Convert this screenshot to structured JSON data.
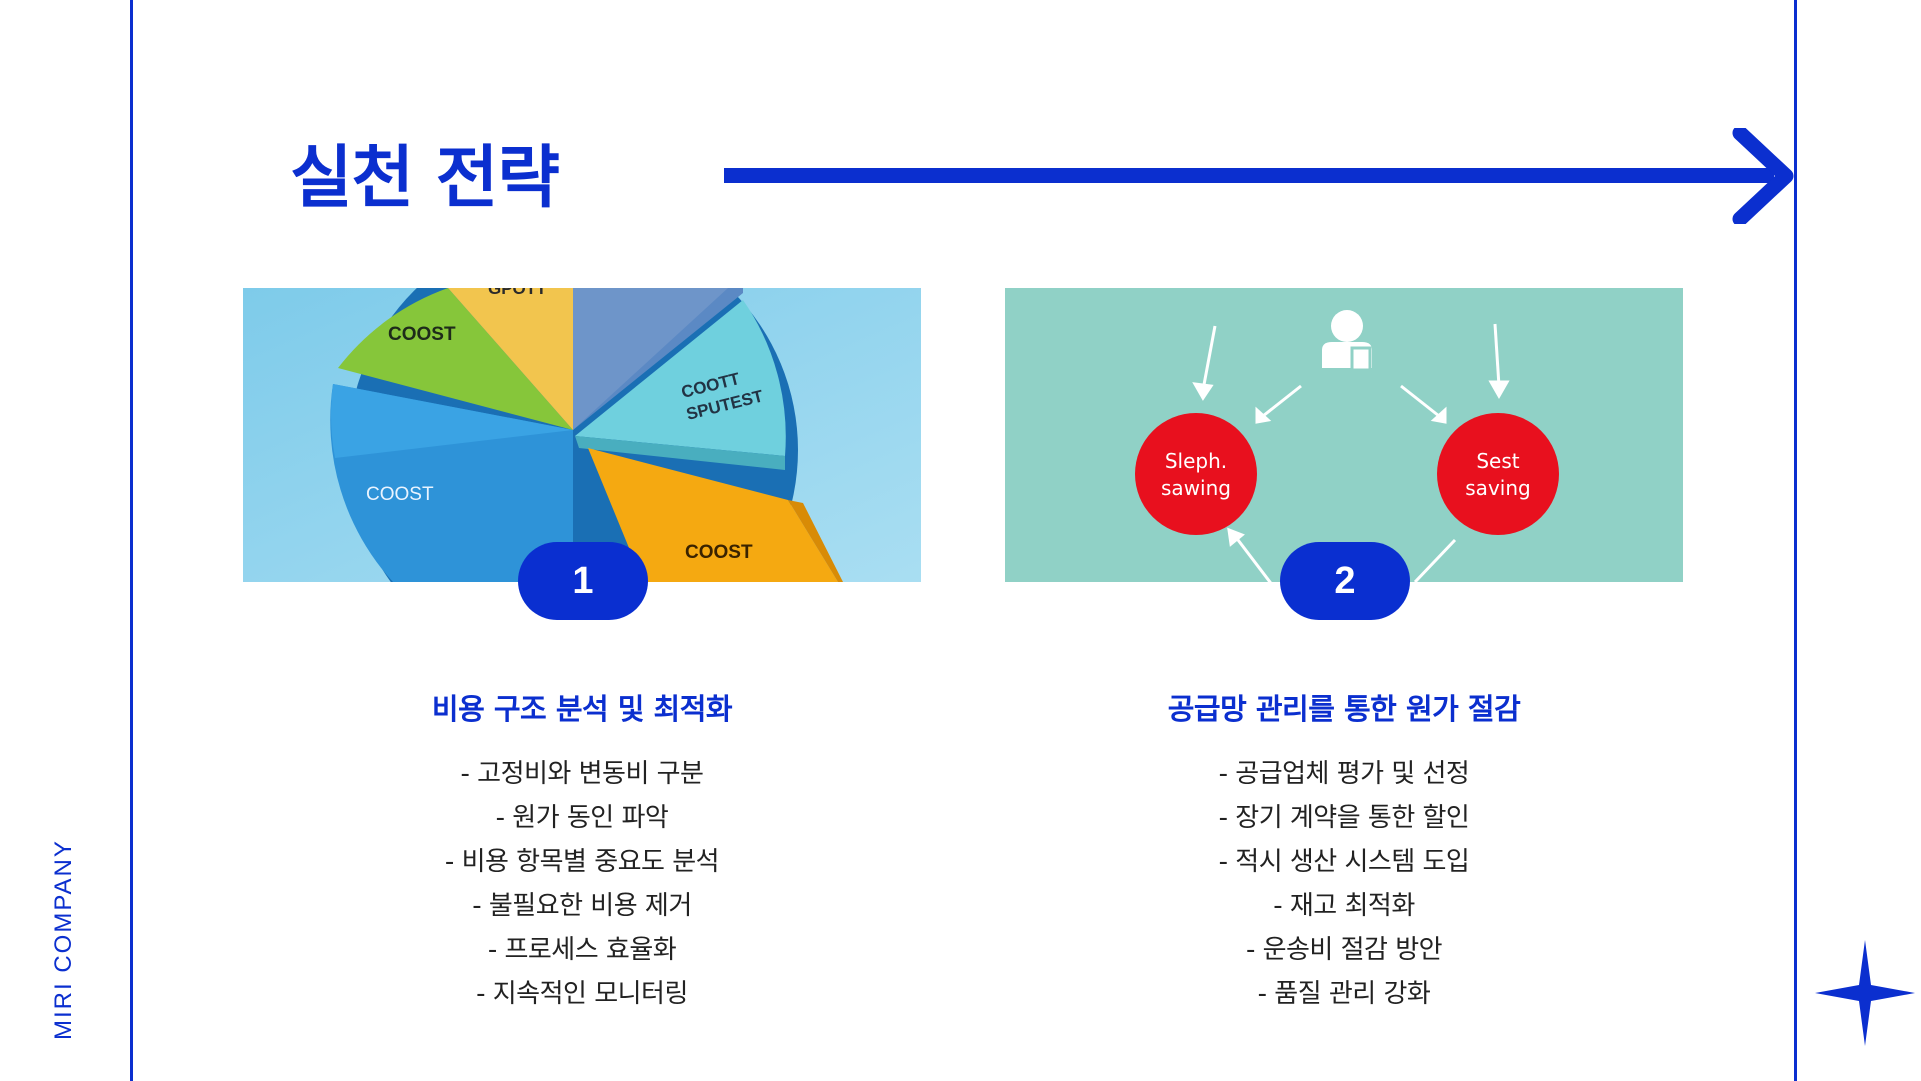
{
  "brand": "MIRI COMPANY",
  "title": "실천 전략",
  "colors": {
    "accent": "#0b2fcf",
    "badge": "#0a2fd0",
    "text": "#222222",
    "image1_bg": "#8fd3ec",
    "image2_bg": "#90d1c6",
    "circle_red": "#e8101e"
  },
  "icons": {
    "arrow": "arrow-right-icon",
    "sparkle": "four-point-star-icon"
  },
  "sections": [
    {
      "number": "1",
      "heading": "비용 구조 분석 및 최적화",
      "image_labels": [
        "GPOTT",
        "COOST",
        "COOTT SPUTEST",
        "COOST",
        "COOST"
      ],
      "items": [
        "- 고정비와 변동비 구분",
        "- 원가 동인 파악",
        "- 비용 항목별 중요도 분석",
        "- 불필요한 비용 제거",
        "- 프로세스 효율화",
        "- 지속적인 모니터링"
      ]
    },
    {
      "number": "2",
      "heading": "공급망 관리를 통한 원가 절감",
      "image_labels": [
        "Sleph. sawing",
        "Sest saving"
      ],
      "items": [
        "- 공급업체 평가 및 선정",
        "- 장기 계약을 통한 할인",
        "- 적시 생산 시스템 도입",
        "- 재고 최적화",
        "- 운송비 절감 방안",
        "- 품질 관리 강화"
      ]
    }
  ]
}
